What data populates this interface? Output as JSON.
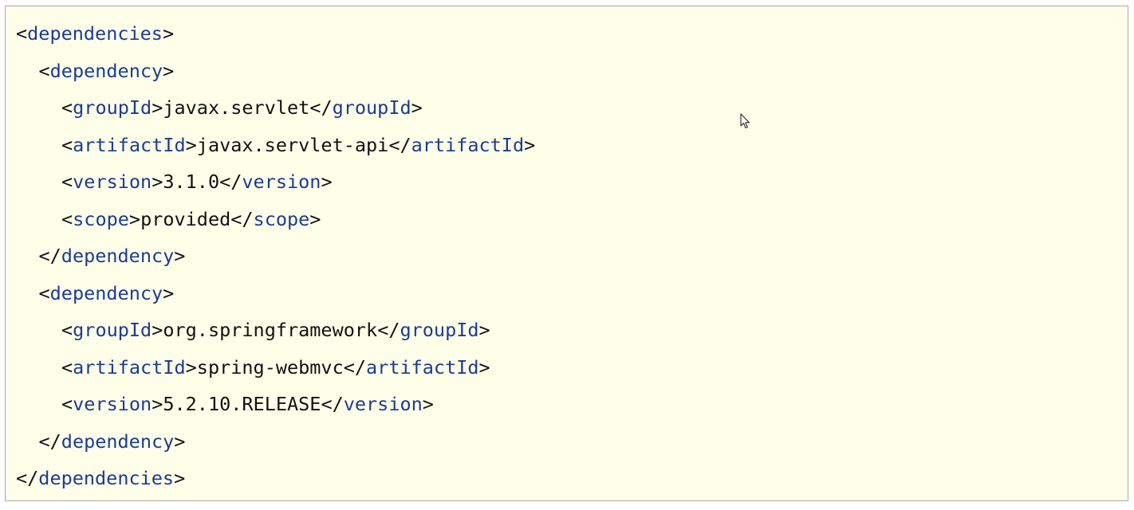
{
  "code_block": {
    "lines": [
      {
        "indent": 0,
        "open": "dependencies",
        "text": "",
        "close": ""
      },
      {
        "indent": 1,
        "open": "dependency",
        "text": "",
        "close": ""
      },
      {
        "indent": 2,
        "open": "groupId",
        "text": "javax.servlet",
        "close": "groupId"
      },
      {
        "indent": 2,
        "open": "artifactId",
        "text": "javax.servlet-api",
        "close": "artifactId"
      },
      {
        "indent": 2,
        "open": "version",
        "text": "3.1.0",
        "close": "version"
      },
      {
        "indent": 2,
        "open": "scope",
        "text": "provided",
        "close": "scope"
      },
      {
        "indent": 1,
        "open": "",
        "text": "",
        "close": "dependency"
      },
      {
        "indent": 1,
        "open": "dependency",
        "text": "",
        "close": ""
      },
      {
        "indent": 2,
        "open": "groupId",
        "text": "org.springframework",
        "close": "groupId"
      },
      {
        "indent": 2,
        "open": "artifactId",
        "text": "spring-webmvc",
        "close": "artifactId"
      },
      {
        "indent": 2,
        "open": "version",
        "text": "5.2.10.RELEASE",
        "close": "version"
      },
      {
        "indent": 1,
        "open": "",
        "text": "",
        "close": "dependency"
      },
      {
        "indent": 0,
        "open": "",
        "text": "",
        "close": "dependencies"
      }
    ]
  },
  "colors": {
    "background": "#fefee9",
    "tag": "#1b3c93",
    "text": "#111111",
    "border": "#a9a9a9"
  },
  "icons": {
    "cursor": "mouse-pointer-icon"
  }
}
